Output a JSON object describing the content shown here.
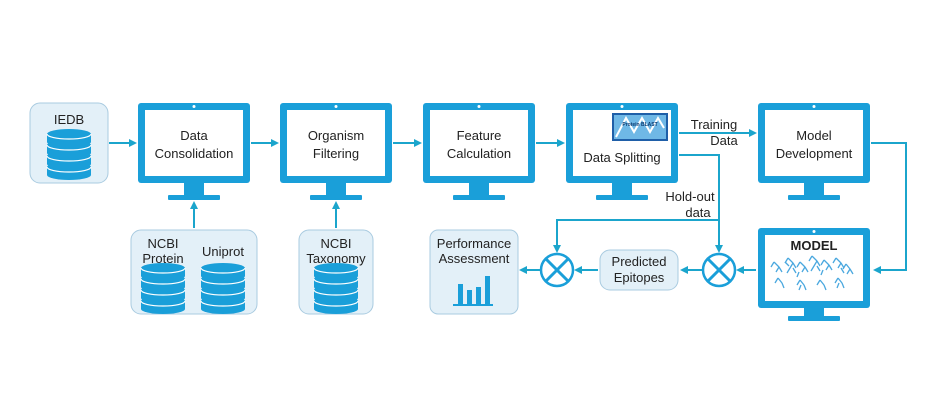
{
  "colors": {
    "monitor": "#1a9fd9",
    "screen": "#ffffff",
    "arrow": "#1ba5cc",
    "db": "#1a9fd9",
    "panel_bg": "#e3f0f8",
    "panel_border": "#a9cbe0",
    "text": "#222222"
  },
  "sources": {
    "iedb": "IEDB",
    "ncbi_protein_1": "NCBI",
    "ncbi_protein_2": "Protein",
    "uniprot": "Uniprot",
    "ncbi_tax_1": "NCBI",
    "ncbi_tax_2": "Taxonomy"
  },
  "steps": {
    "data_consolidation_1": "Data",
    "data_consolidation_2": "Consolidation",
    "organism_filtering_1": "Organism",
    "organism_filtering_2": "Filtering",
    "feature_calc_1": "Feature",
    "feature_calc_2": "Calculation",
    "data_splitting": "Data Splitting",
    "blast_logo": "Protein BLAST",
    "model_dev_1": "Model",
    "model_dev_2": "Development",
    "model": "MODEL"
  },
  "edges": {
    "training_1": "Training",
    "training_2": "Data",
    "holdout_1": "Hold-out",
    "holdout_2": "data"
  },
  "outputs": {
    "predicted_1": "Predicted",
    "predicted_2": "Epitopes",
    "performance_1": "Performance",
    "performance_2": "Assessment"
  },
  "icons": {
    "database": "database-icon",
    "monitor": "monitor-icon",
    "combine": "cross-circle-icon",
    "bar_chart": "bar-chart-icon",
    "tree": "decision-tree-icon"
  }
}
